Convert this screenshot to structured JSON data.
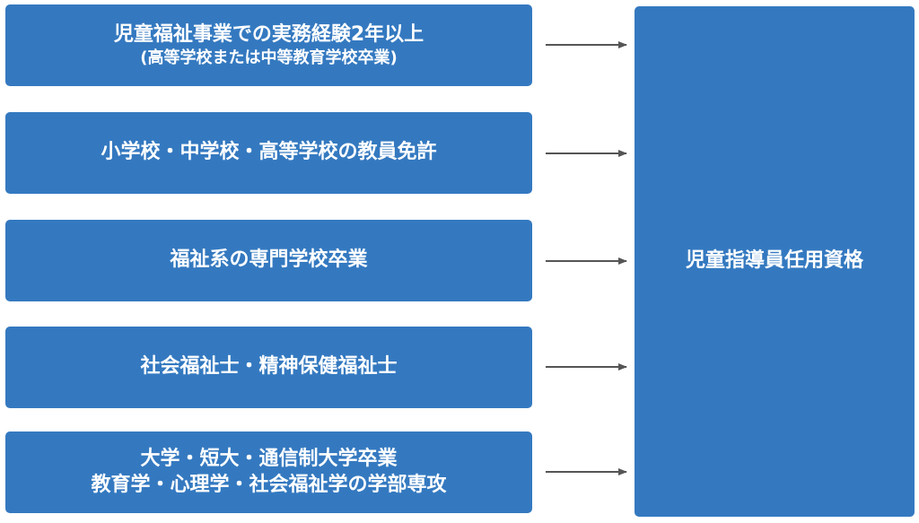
{
  "requirements": [
    {
      "line1": "児童福祉事業での実務経験2年以上",
      "line2": "(高等学校または中等教育学校卒業)"
    },
    {
      "line1": "小学校・中学校・高等学校の教員免許",
      "line2": ""
    },
    {
      "line1": "福祉系の専門学校卒業",
      "line2": ""
    },
    {
      "line1": "社会福祉士・精神保健福祉士",
      "line2": ""
    },
    {
      "line1": "大学・短大・通信制大学卒業",
      "line2": "教育学・心理学・社会福祉学の学部専攻"
    }
  ],
  "result": {
    "label": "児童指導員任用資格"
  },
  "colors": {
    "box": "#3479c0",
    "text": "#ffffff",
    "arrow": "#555555"
  }
}
